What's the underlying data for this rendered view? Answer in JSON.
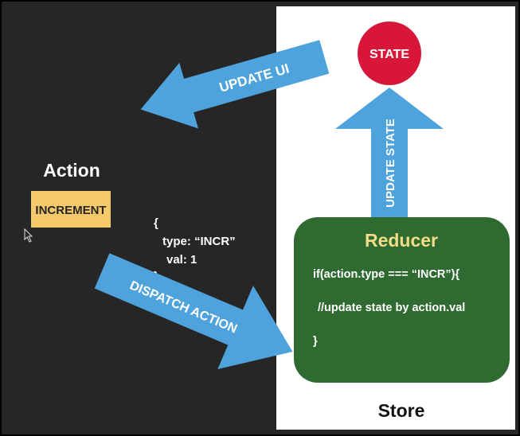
{
  "action": {
    "heading": "Action",
    "button_label": "INCREMENT"
  },
  "object_literal": {
    "open_brace": "{",
    "type_line": "type: “INCR”",
    "val_line": "val: 1",
    "close_brace": "}"
  },
  "state": {
    "label": "STATE"
  },
  "arrows": {
    "update_ui": "UPDATE UI",
    "update_state": "UPDATE STATE",
    "dispatch_action": "DISPATCH ACTION"
  },
  "reducer": {
    "title": "Reducer",
    "line1": "if(action.type === “INCR”){",
    "line2": "//update state by action.val",
    "line3": "}"
  },
  "store": {
    "label": "Store"
  },
  "colors": {
    "background": "#262626",
    "arrow": "#4ea3dd",
    "state_circle": "#d8163a",
    "increment_button": "#f3c969",
    "reducer_fill": "#2f6b30",
    "reducer_title": "#f3dc86",
    "store_panel": "#ffffff"
  }
}
